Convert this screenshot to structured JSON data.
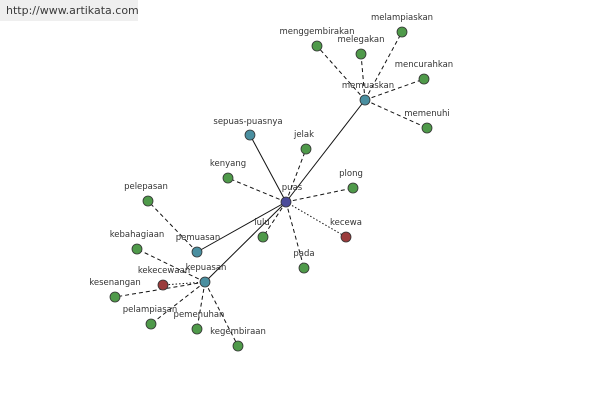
{
  "watermark": "http://www.artikata.com",
  "colors": {
    "hub": "#4b4b9a",
    "secondary": "#4a8fa0",
    "leaf": "#4f9a4a",
    "negative": "#9a3b3b",
    "edge": "#111111",
    "node_stroke": "#333333"
  },
  "nodes": [
    {
      "id": "puas",
      "label": "puas",
      "kind": "hub"
    },
    {
      "id": "memuaskan",
      "label": "memuaskan",
      "kind": "secondary"
    },
    {
      "id": "sepuas-puasnya",
      "label": "sepuas-puasnya",
      "kind": "secondary"
    },
    {
      "id": "pemuasan",
      "label": "pemuasan",
      "kind": "secondary"
    },
    {
      "id": "kepuasan",
      "label": "kepuasan",
      "kind": "secondary"
    },
    {
      "id": "menggembirakan",
      "label": "menggembirakan",
      "kind": "leaf"
    },
    {
      "id": "melegakan",
      "label": "melegakan",
      "kind": "leaf"
    },
    {
      "id": "melampiaskan",
      "label": "melampiaskan",
      "kind": "leaf"
    },
    {
      "id": "mencurahkan",
      "label": "mencurahkan",
      "kind": "leaf"
    },
    {
      "id": "memenuhi",
      "label": "memenuhi",
      "kind": "leaf"
    },
    {
      "id": "jelak",
      "label": "jelak",
      "kind": "leaf"
    },
    {
      "id": "kenyang",
      "label": "kenyang",
      "kind": "leaf"
    },
    {
      "id": "plong",
      "label": "plong",
      "kind": "leaf"
    },
    {
      "id": "kecewa",
      "label": "kecewa",
      "kind": "negative"
    },
    {
      "id": "lulu",
      "label": "lulu",
      "kind": "leaf"
    },
    {
      "id": "pada",
      "label": "pada",
      "kind": "leaf"
    },
    {
      "id": "pelepasan",
      "label": "pelepasan",
      "kind": "leaf"
    },
    {
      "id": "kebahagiaan",
      "label": "kebahagiaan",
      "kind": "leaf"
    },
    {
      "id": "kekecewaan",
      "label": "kekecewaan",
      "kind": "negative"
    },
    {
      "id": "kesenangan",
      "label": "kesenangan",
      "kind": "leaf"
    },
    {
      "id": "pelampiasan",
      "label": "pelampiasan",
      "kind": "leaf"
    },
    {
      "id": "pemenuhan",
      "label": "pemenuhan",
      "kind": "leaf"
    },
    {
      "id": "kegembiraan",
      "label": "kegembiraan",
      "kind": "leaf"
    }
  ],
  "edges": [
    {
      "from": "puas",
      "to": "memuaskan",
      "style": "solid"
    },
    {
      "from": "puas",
      "to": "sepuas-puasnya",
      "style": "solid"
    },
    {
      "from": "puas",
      "to": "pemuasan",
      "style": "solid"
    },
    {
      "from": "puas",
      "to": "kepuasan",
      "style": "solid"
    },
    {
      "from": "puas",
      "to": "jelak",
      "style": "dashed"
    },
    {
      "from": "puas",
      "to": "kenyang",
      "style": "dashed"
    },
    {
      "from": "puas",
      "to": "plong",
      "style": "dashed"
    },
    {
      "from": "puas",
      "to": "kecewa",
      "style": "dotted"
    },
    {
      "from": "puas",
      "to": "lulu",
      "style": "dashed"
    },
    {
      "from": "puas",
      "to": "pada",
      "style": "dashed"
    },
    {
      "from": "memuaskan",
      "to": "menggembirakan",
      "style": "dashed"
    },
    {
      "from": "memuaskan",
      "to": "melegakan",
      "style": "dashed"
    },
    {
      "from": "memuaskan",
      "to": "melampiaskan",
      "style": "dashed"
    },
    {
      "from": "memuaskan",
      "to": "mencurahkan",
      "style": "dashed"
    },
    {
      "from": "memuaskan",
      "to": "memenuhi",
      "style": "dashed"
    },
    {
      "from": "pemuasan",
      "to": "pelepasan",
      "style": "dashed"
    },
    {
      "from": "kepuasan",
      "to": "kebahagiaan",
      "style": "dashed"
    },
    {
      "from": "kepuasan",
      "to": "kekecewaan",
      "style": "dotted"
    },
    {
      "from": "kepuasan",
      "to": "kesenangan",
      "style": "dashed"
    },
    {
      "from": "kepuasan",
      "to": "pelampiasan",
      "style": "dashed"
    },
    {
      "from": "kepuasan",
      "to": "pemenuhan",
      "style": "dashed"
    },
    {
      "from": "kepuasan",
      "to": "kegembiraan",
      "style": "dashed"
    }
  ]
}
